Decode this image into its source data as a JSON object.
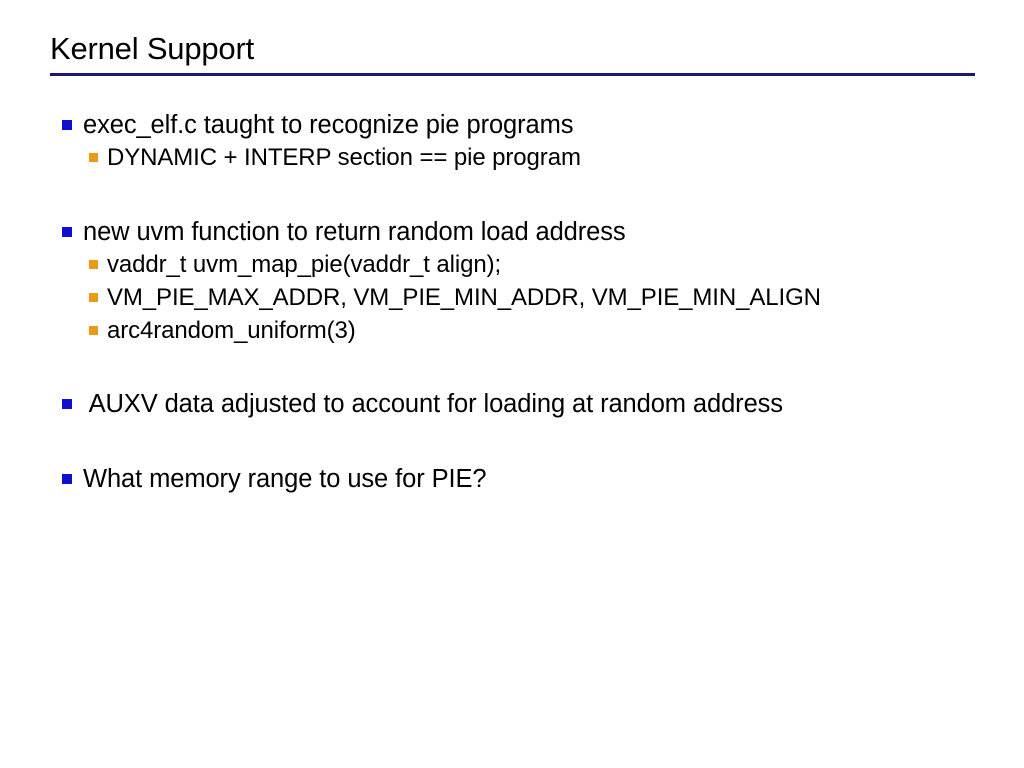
{
  "slide": {
    "title": "Kernel Support",
    "accent_rule_color": "#191970",
    "level1_bullet_color": "#0f0fd0",
    "level2_bullet_color": "#eb9a18",
    "background_color": "#ffffff",
    "text_color": "#000000"
  },
  "content": {
    "groups": [
      {
        "heading": "exec_elf.c taught to recognize pie programs",
        "subs": [
          "DYNAMIC + INTERP section == pie program"
        ]
      },
      {
        "heading": "new uvm function to return random load address",
        "subs": [
          "vaddr_t uvm_map_pie(vaddr_t align);",
          "VM_PIE_MAX_ADDR, VM_PIE_MIN_ADDR, VM_PIE_MIN_ALIGN",
          "arc4random_uniform(3)"
        ]
      },
      {
        "heading": " AUXV data adjusted to account for loading at random address",
        "subs": []
      },
      {
        "heading": "What memory range to use for PIE?",
        "subs": []
      }
    ]
  }
}
